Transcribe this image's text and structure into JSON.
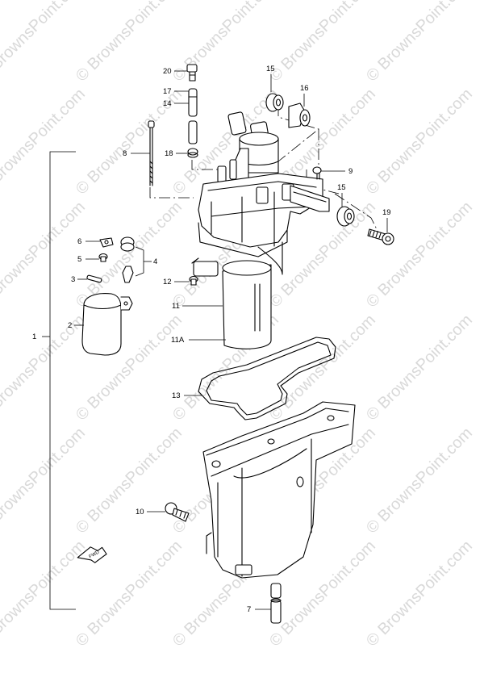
{
  "watermark": {
    "text": "© BrownsPoint.com"
  },
  "callouts": [
    {
      "id": "c20",
      "label": "20"
    },
    {
      "id": "c15a",
      "label": "15"
    },
    {
      "id": "c16",
      "label": "16"
    },
    {
      "id": "c17",
      "label": "17"
    },
    {
      "id": "c14",
      "label": "14"
    },
    {
      "id": "c8",
      "label": "8"
    },
    {
      "id": "c18",
      "label": "18"
    },
    {
      "id": "c9",
      "label": "9"
    },
    {
      "id": "c15b",
      "label": "15"
    },
    {
      "id": "c19",
      "label": "19"
    },
    {
      "id": "c6",
      "label": "6"
    },
    {
      "id": "c5",
      "label": "5"
    },
    {
      "id": "c4",
      "label": "4"
    },
    {
      "id": "c3",
      "label": "3"
    },
    {
      "id": "c12",
      "label": "12"
    },
    {
      "id": "c11",
      "label": "11"
    },
    {
      "id": "c2",
      "label": "2"
    },
    {
      "id": "c1",
      "label": "1"
    },
    {
      "id": "c11A",
      "label": "11A"
    },
    {
      "id": "c13",
      "label": "13"
    },
    {
      "id": "c10",
      "label": "10"
    },
    {
      "id": "c7",
      "label": "7"
    }
  ],
  "fwd_arrow_text": "FWD"
}
